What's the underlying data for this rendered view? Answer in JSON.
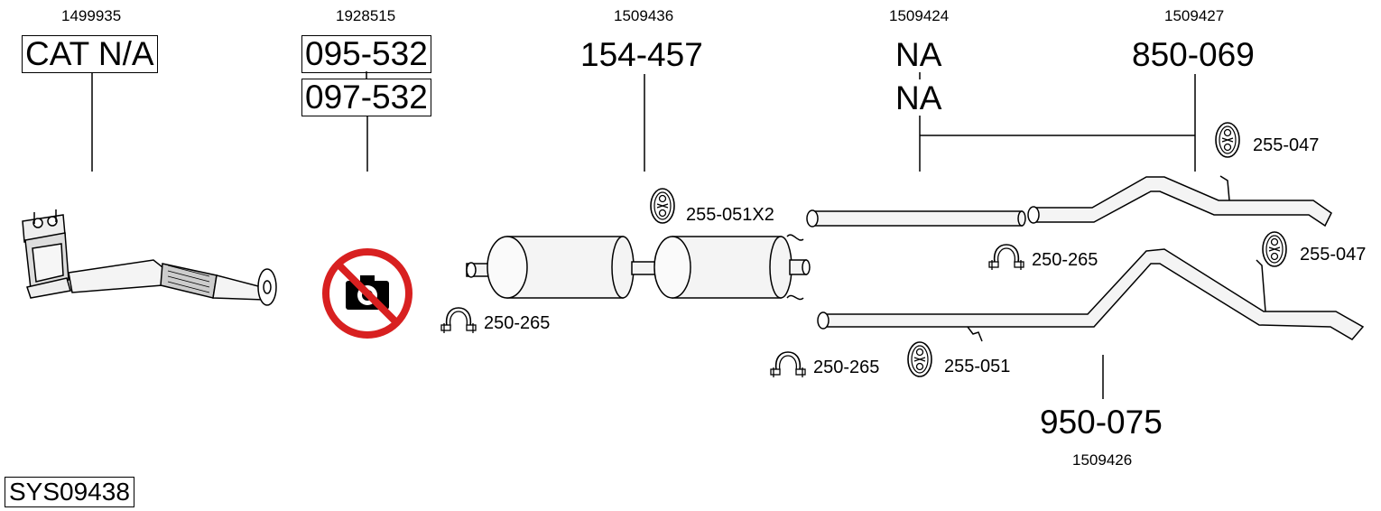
{
  "system_code": "SYS09438",
  "parts": {
    "catalyst": {
      "oem": "1499935",
      "codes": [
        "CAT N/A"
      ]
    },
    "flexpipe": {
      "oem": "1928515",
      "codes": [
        "095-532",
        "097-532"
      ]
    },
    "silencer": {
      "oem": "1509436",
      "codes": [
        "154-457"
      ]
    },
    "midpipe": {
      "oem": "1509424",
      "codes": [
        "NA",
        "NA"
      ]
    },
    "rearpipe1": {
      "oem": "1509427",
      "codes": [
        "850-069"
      ]
    },
    "rearpipe2": {
      "oem": "1509426",
      "codes": [
        "950-075"
      ]
    }
  },
  "accessories": {
    "hanger_silencer": "255-051X2",
    "clamp_front": "250-265",
    "clamp_mid": "250-265",
    "clamp_rear": "250-265",
    "hanger_rear_top": "255-047",
    "hanger_rear_right": "255-047",
    "hanger_rear_low": "255-051"
  },
  "icons": {
    "no_image": "no-camera-icon",
    "clamp": "clamp-icon",
    "hanger": "rubber-hanger-icon"
  },
  "colors": {
    "no_image_red": "#d82020",
    "line": "#000000",
    "part_fill": "#f4f4f4"
  }
}
